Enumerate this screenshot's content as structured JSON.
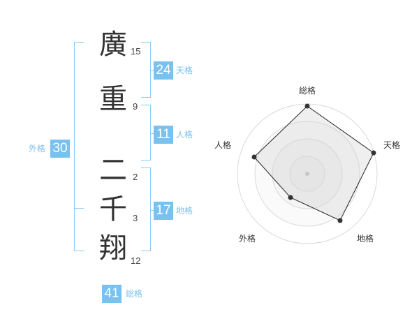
{
  "name": {
    "chars": [
      {
        "char": "廣",
        "strokes": "15"
      },
      {
        "char": "重",
        "strokes": "9"
      },
      {
        "char": "二",
        "strokes": "2"
      },
      {
        "char": "千",
        "strokes": "3"
      },
      {
        "char": "翔",
        "strokes": "12"
      }
    ]
  },
  "grids": {
    "tenkaku": {
      "value": "24",
      "label": "天格"
    },
    "jinkaku": {
      "value": "11",
      "label": "人格"
    },
    "chikaku": {
      "value": "17",
      "label": "地格"
    },
    "gaikaku": {
      "value": "30",
      "label": "外格"
    },
    "soukaku": {
      "value": "41",
      "label": "総格"
    }
  },
  "radar": {
    "labels": {
      "top": "総格",
      "right": "天格",
      "bottom_right": "地格",
      "bottom_left": "外格",
      "left": "人格"
    }
  },
  "colors": {
    "accent": "#79c1ef",
    "bracket": "#8ccbf2"
  }
}
